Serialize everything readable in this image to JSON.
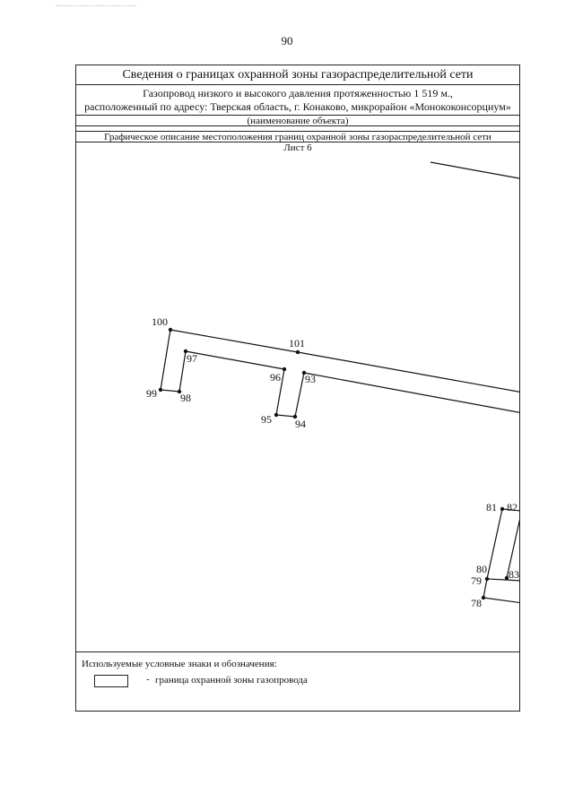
{
  "page_number": "90",
  "header": {
    "title": "Сведения о границах охранной зоны газораспределительной сети",
    "object_line1": "Газопровод низкого и высокого давления протяженностью 1 519  м.,",
    "object_line2": "расположенный по адресу: Тверская область, г. Конаково, микрорайон «Монококонсорциум»",
    "object_caption": "(наименование объекта)",
    "section_title": "Графическое описание местоположения границ охранной зоны газораспределительной сети",
    "sheet_label": "Лист 6"
  },
  "map": {
    "point_labels": [
      "100",
      "101",
      "97",
      "96",
      "93",
      "99",
      "98",
      "95",
      "94",
      "81",
      "82",
      "80",
      "79",
      "83",
      "78"
    ]
  },
  "legend": {
    "title": "Используемые условные знаки и обозначения:",
    "dash": "-",
    "item_label": "граница охранной зоны газопровода"
  }
}
